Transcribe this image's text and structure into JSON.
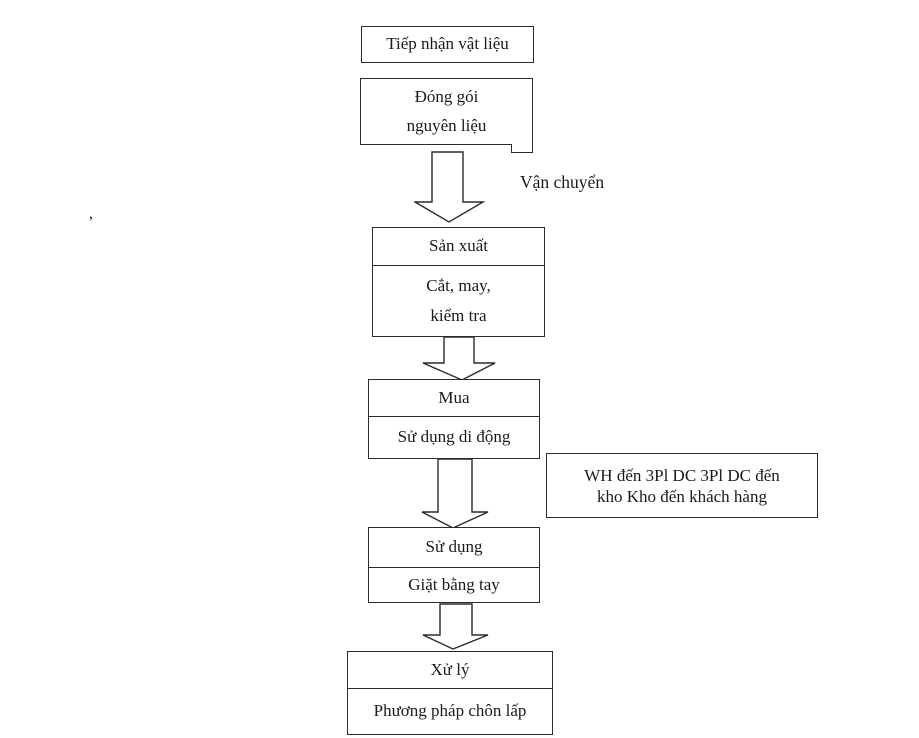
{
  "diagram": {
    "receive": {
      "label": "Tiếp nhận vật liệu"
    },
    "packing": {
      "line1": "Đóng gói",
      "line2": "nguyên liệu"
    },
    "transport_label": "Vận chuyển",
    "production": {
      "header": "Sản xuất",
      "line1": "Cắt, may,",
      "line2": "kiểm tra"
    },
    "purchase": {
      "header": "Mua",
      "body": "Sử dụng di động"
    },
    "logistics_note": {
      "line1": "WH đến 3Pl DC 3Pl DC đến",
      "line2": "kho Kho đến khách hàng"
    },
    "use": {
      "header": "Sử dụng",
      "body": "Giặt bằng tay"
    },
    "disposal": {
      "header": "Xử lý",
      "body": "Phương pháp chôn lấp"
    },
    "stray_mark": ",",
    "colors": {
      "line": "#2b2b2b",
      "text": "#1a1a1a",
      "background": "#ffffff"
    }
  }
}
